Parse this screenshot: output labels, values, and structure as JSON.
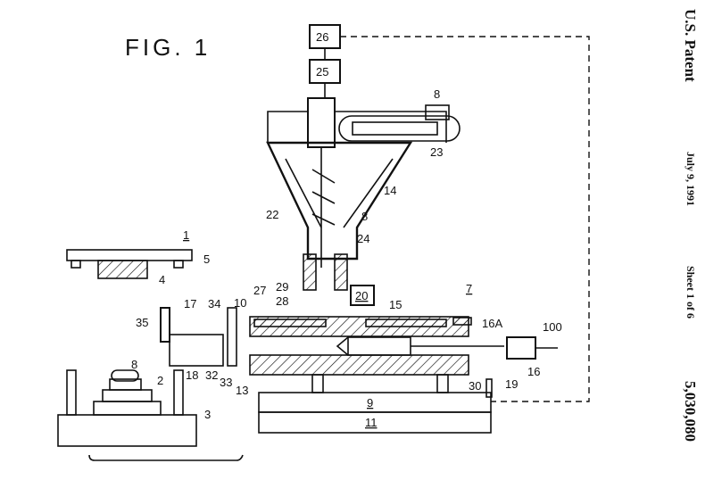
{
  "figure_title": "FIG. 1",
  "header": {
    "office": "U.S. Patent",
    "date": "July 9, 1991",
    "sheet": "Sheet 1 of 6",
    "patent_number": "5,030,080"
  },
  "labels": {
    "l26": "26",
    "l25": "25",
    "l8a": "8",
    "l23": "23",
    "l14": "14",
    "l22": "22",
    "l8b": "8",
    "l24": "24",
    "l1": "1",
    "l5": "5",
    "l4": "4",
    "l27": "27",
    "l29": "29",
    "l28": "28",
    "l20": "20",
    "l7": "7",
    "l10": "10",
    "l34": "34",
    "l17": "17",
    "l35": "35",
    "l15": "15",
    "l16A": "16A",
    "l100": "100",
    "l16": "16",
    "l30": "30",
    "l19": "19",
    "l18": "18",
    "l32": "32",
    "l33": "33",
    "l13": "13",
    "l8c": "8",
    "l2": "2",
    "l3": "3",
    "l9": "9",
    "l11": "11"
  }
}
